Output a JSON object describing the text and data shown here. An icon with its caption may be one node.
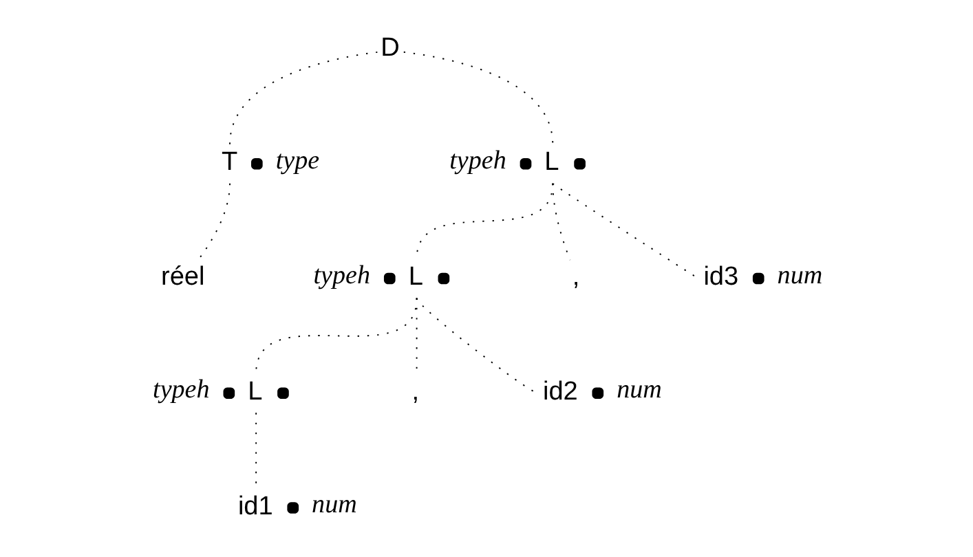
{
  "diagram": {
    "nodes": [
      {
        "text": [
          "D"
        ]
      },
      {
        "text": [
          "T"
        ],
        "beside": [
          "type"
        ]
      },
      {
        "text": [
          "L"
        ],
        "beside": [
          "typeh"
        ]
      },
      {
        "text": [
          "réel"
        ]
      },
      {
        "text": [
          "L"
        ],
        "beside": [
          "typeh"
        ]
      },
      {
        "text": [
          ","
        ]
      },
      {
        "text": [
          "id3"
        ],
        "beside": [
          "num"
        ]
      },
      {
        "text": [
          "L"
        ],
        "beside": [
          "typeh"
        ]
      },
      {
        "text": [
          ","
        ]
      },
      {
        "text": [
          "id2"
        ],
        "beside": [
          "num"
        ]
      },
      {
        "text": [
          "id1"
        ],
        "beside": [
          "num"
        ]
      }
    ],
    "edges": [
      {
        "from": 0,
        "to": 1,
        "arrow": "none",
        "style": "dashed"
      },
      {
        "from": 0,
        "to": 2,
        "arrow": "none",
        "style": "dashed"
      },
      {
        "from": 1,
        "to": 3,
        "arrow": "none",
        "style": "dashed"
      },
      {
        "from": 2,
        "to": 4,
        "arrow": "none",
        "style": "dashed"
      },
      {
        "from": 2,
        "to": 5,
        "arrow": "none",
        "style": "dashed"
      },
      {
        "from": 2,
        "to": 6,
        "arrow": "none",
        "style": "dashed"
      },
      {
        "from": 4,
        "to": 7,
        "arrow": "none",
        "style": "dashed"
      },
      {
        "from": 4,
        "to": 8,
        "arrow": "none",
        "style": "dashed"
      },
      {
        "from": 4,
        "to": 9,
        "arrow": "none",
        "style": "dashed"
      },
      {
        "from": 7,
        "to": 10,
        "arrow": "none",
        "style": "dashed"
      }
    ]
  }
}
